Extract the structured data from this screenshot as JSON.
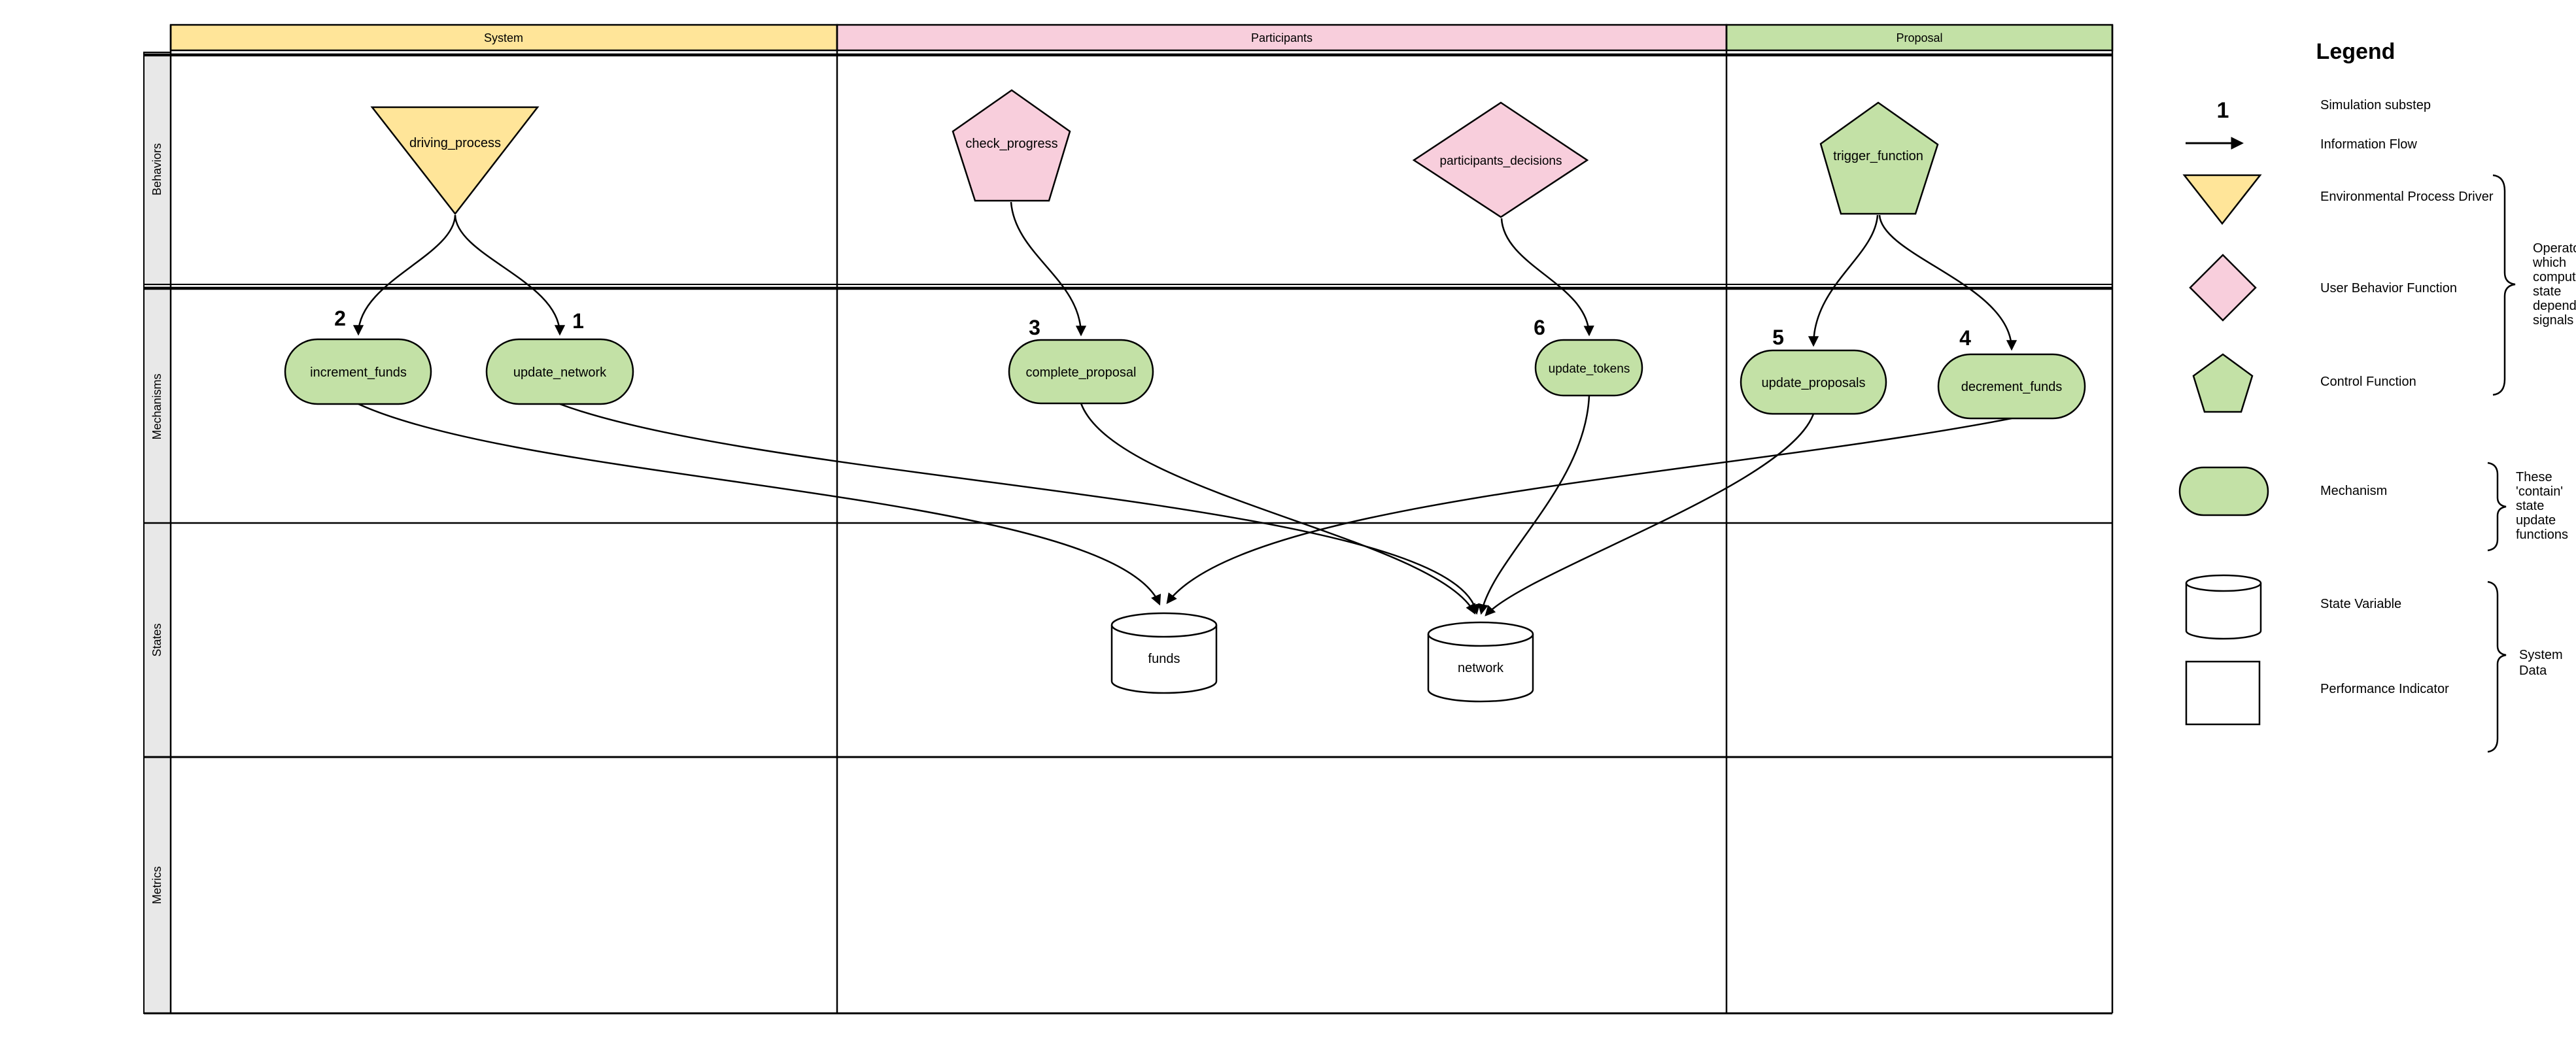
{
  "palette": {
    "yellow": "#FFE599",
    "pink": "#F8CEDC",
    "green": "#C3E1A6",
    "lane_gray": "#E8E8E8",
    "white": "#FFFFFF",
    "stroke": "#000000"
  },
  "diagram": {
    "columns": [
      {
        "label": "System",
        "color": "#FFE599"
      },
      {
        "label": "Participants",
        "color": "#F8CEDC"
      },
      {
        "label": "Proposal",
        "color": "#C3E1A6"
      }
    ],
    "rows": [
      {
        "label": "Behaviors"
      },
      {
        "label": "Mechanisms"
      },
      {
        "label": "States"
      },
      {
        "label": "Metrics"
      }
    ],
    "behaviors": [
      {
        "label": "driving_process",
        "shape": "inverted-triangle",
        "color": "#FFE599",
        "column": "System"
      },
      {
        "label": "check_progress",
        "shape": "pentagon",
        "color": "#F8CEDC",
        "column": "Participants"
      },
      {
        "label": "participants_decisions",
        "shape": "diamond",
        "color": "#F8CEDC",
        "column": "Participants"
      },
      {
        "label": "trigger_function",
        "shape": "pentagon",
        "color": "#C3E1A6",
        "column": "Proposal"
      }
    ],
    "mechanisms": [
      {
        "label": "increment_funds",
        "substep": "2",
        "column": "System"
      },
      {
        "label": "update_network",
        "substep": "1",
        "column": "System"
      },
      {
        "label": "complete_proposal",
        "substep": "3",
        "column": "Participants"
      },
      {
        "label": "update_tokens",
        "substep": "6",
        "column": "Participants"
      },
      {
        "label": "update_proposals",
        "substep": "5",
        "column": "Proposal"
      },
      {
        "label": "decrement_funds",
        "substep": "4",
        "column": "Proposal"
      }
    ],
    "states": [
      {
        "label": "funds",
        "shape": "cylinder"
      },
      {
        "label": "network",
        "shape": "cylinder"
      }
    ],
    "edges": [
      {
        "from": "driving_process",
        "to": "increment_funds"
      },
      {
        "from": "driving_process",
        "to": "update_network"
      },
      {
        "from": "check_progress",
        "to": "complete_proposal"
      },
      {
        "from": "participants_decisions",
        "to": "update_tokens"
      },
      {
        "from": "trigger_function",
        "to": "update_proposals"
      },
      {
        "from": "trigger_function",
        "to": "decrement_funds"
      },
      {
        "from": "increment_funds",
        "to": "funds"
      },
      {
        "from": "update_network",
        "to": "network"
      },
      {
        "from": "complete_proposal",
        "to": "network"
      },
      {
        "from": "update_tokens",
        "to": "network"
      },
      {
        "from": "update_proposals",
        "to": "network"
      },
      {
        "from": "decrement_funds",
        "to": "funds"
      }
    ]
  },
  "legend": {
    "title": "Legend",
    "items": [
      {
        "symbol": "1",
        "label": "Simulation substep"
      },
      {
        "symbol": "arrow",
        "label": "Information Flow"
      },
      {
        "symbol": "triangle-down",
        "color": "#FFE599",
        "label": "Environmental Process Driver"
      },
      {
        "symbol": "diamond",
        "color": "#F8CEDC",
        "label": "User Behavior Function"
      },
      {
        "symbol": "pentagon",
        "color": "#C3E1A6",
        "label": "Control Function"
      },
      {
        "symbol": "stadium",
        "color": "#C3E1A6",
        "label": "Mechanism"
      },
      {
        "symbol": "cylinder",
        "color": "#FFFFFF",
        "label": "State Variable"
      },
      {
        "symbol": "square",
        "color": "#FFFFFF",
        "label": "Performance Indicator"
      }
    ],
    "annotations": {
      "functions_note": {
        "lines": [
          "Operators",
          "which",
          "compute",
          "state",
          "dependent",
          "signals"
        ]
      },
      "mechanism_note": {
        "lines": [
          "These",
          "'contain'",
          "state",
          "update",
          "functions"
        ]
      },
      "system_data_note": {
        "lines": [
          "System",
          "Data"
        ]
      }
    }
  }
}
